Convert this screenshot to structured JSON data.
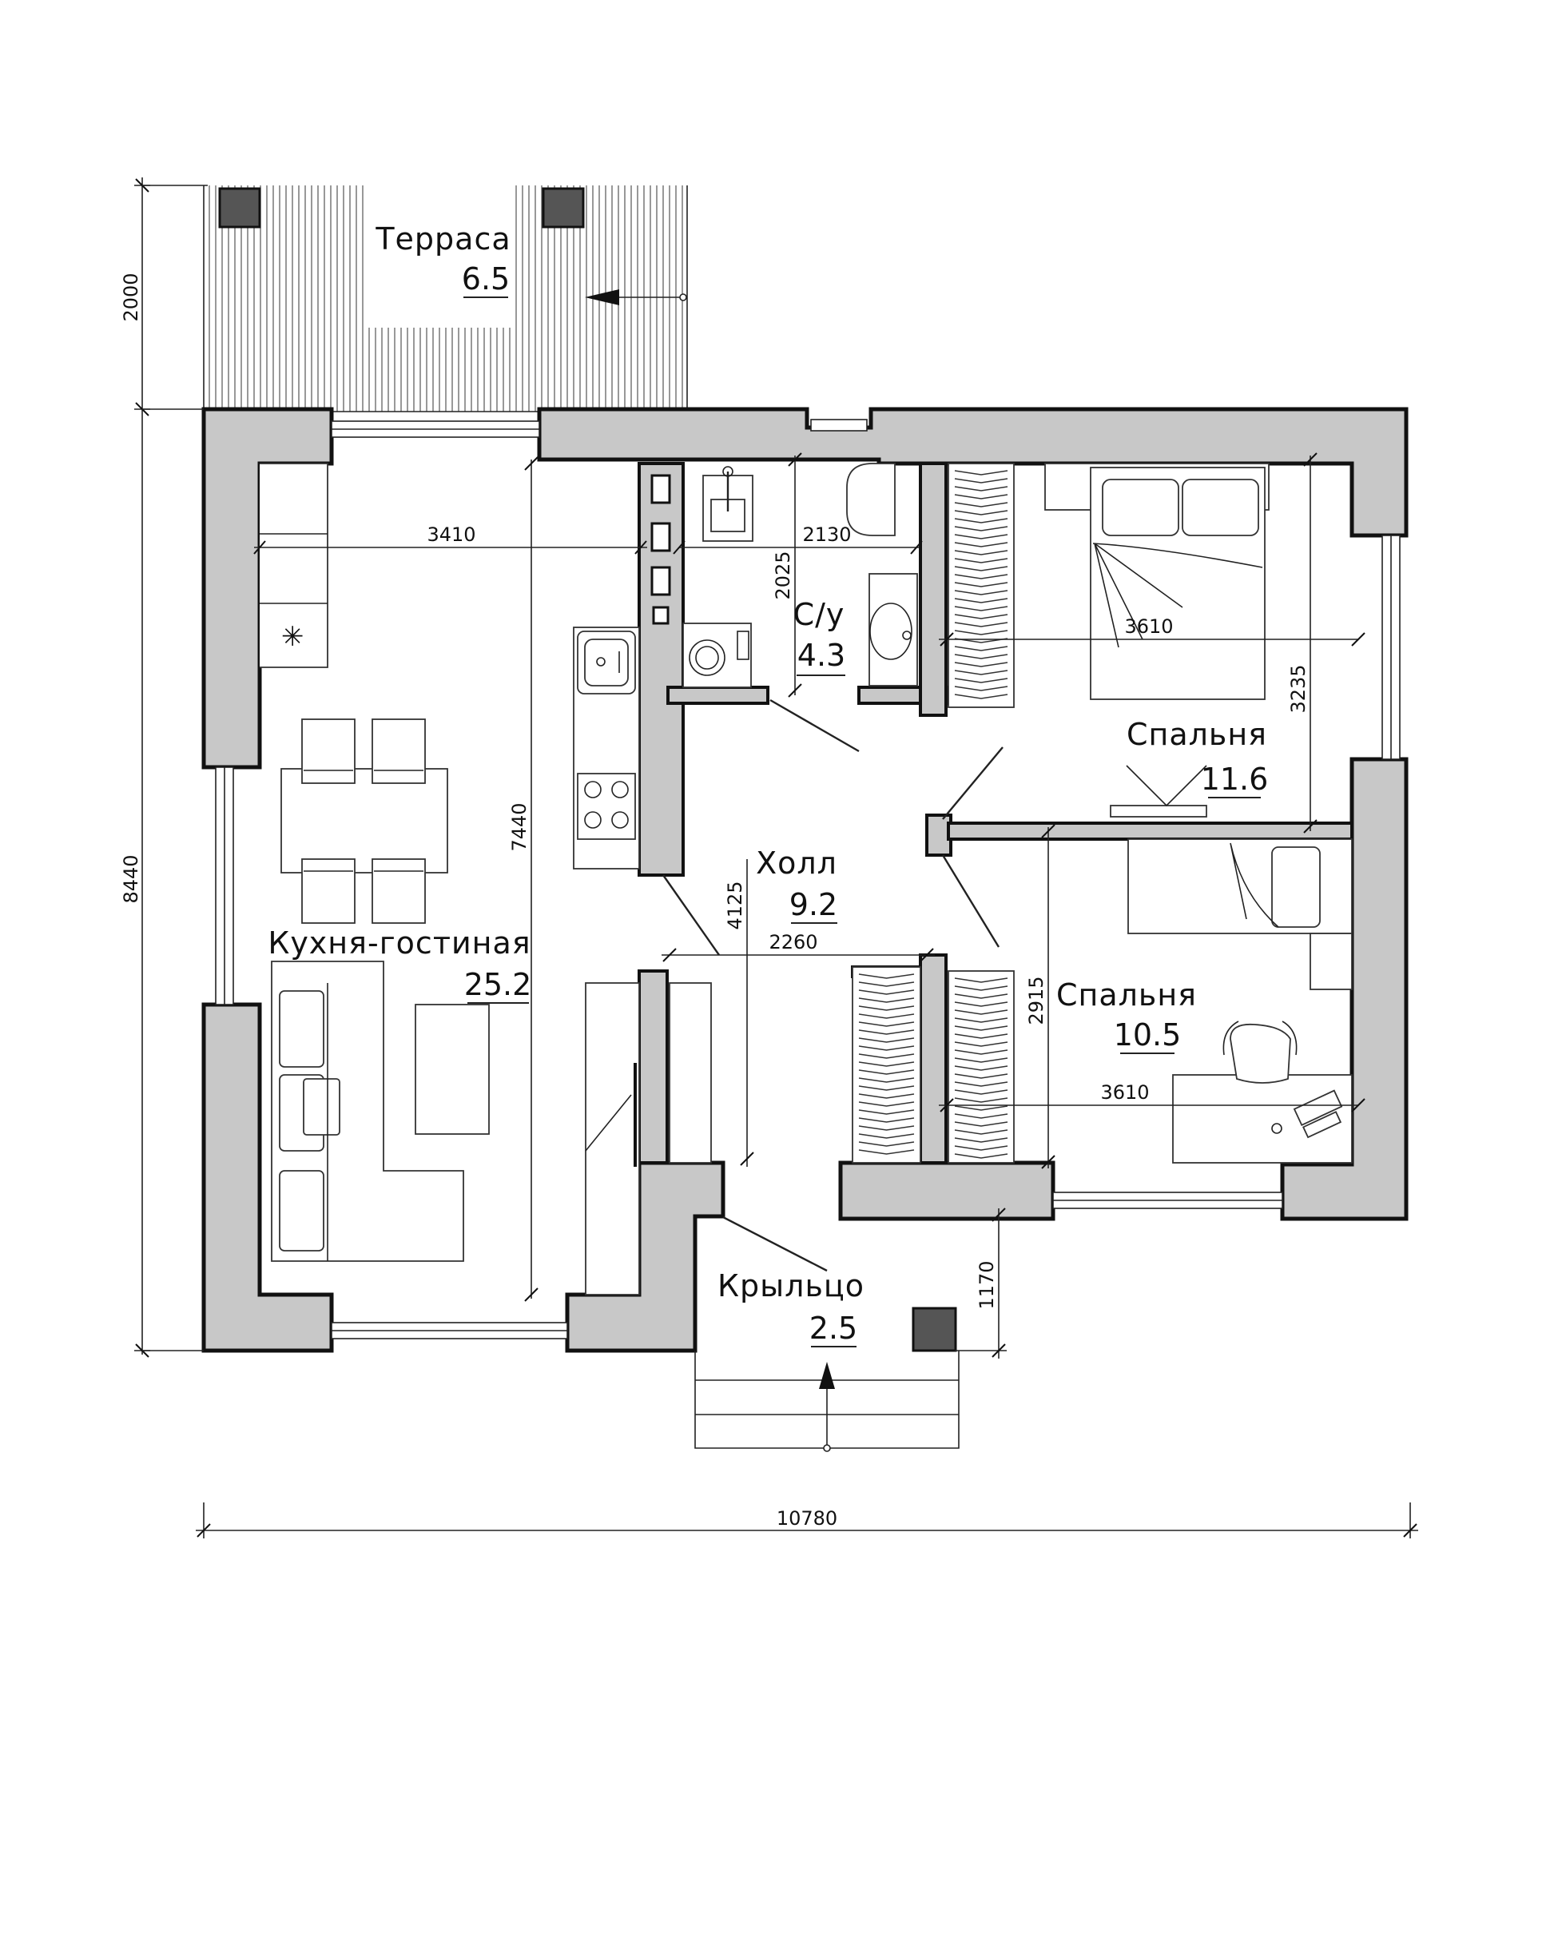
{
  "rooms": {
    "terrace": {
      "name": "Терраса",
      "area": "6.5"
    },
    "bath": {
      "name": "С/у",
      "area": "4.3"
    },
    "bedroom1": {
      "name": "Спальня",
      "area": "11.6"
    },
    "hall": {
      "name": "Холл",
      "area": "9.2"
    },
    "kitchen": {
      "name": "Кухня-гостиная",
      "area": "25.2"
    },
    "bedroom2": {
      "name": "Спальня",
      "area": "10.5"
    },
    "porch": {
      "name": "Крыльцо",
      "area": "2.5"
    }
  },
  "dimensions": {
    "terrace_depth": "2000",
    "total_height": "8440",
    "total_width": "10780",
    "kitchen_width": "3410",
    "kitchen_length": "7440",
    "bath_width": "2130",
    "bath_depth": "2025",
    "bedroom1_width": "3610",
    "bedroom1_depth": "3235",
    "hall_length": "4125",
    "hall_width": "2260",
    "bedroom2_depth": "2915",
    "bedroom2_width": "3610",
    "porch_depth": "1170"
  },
  "colors": {
    "wall_fill": "#c8c8c8",
    "line": "#111111"
  }
}
